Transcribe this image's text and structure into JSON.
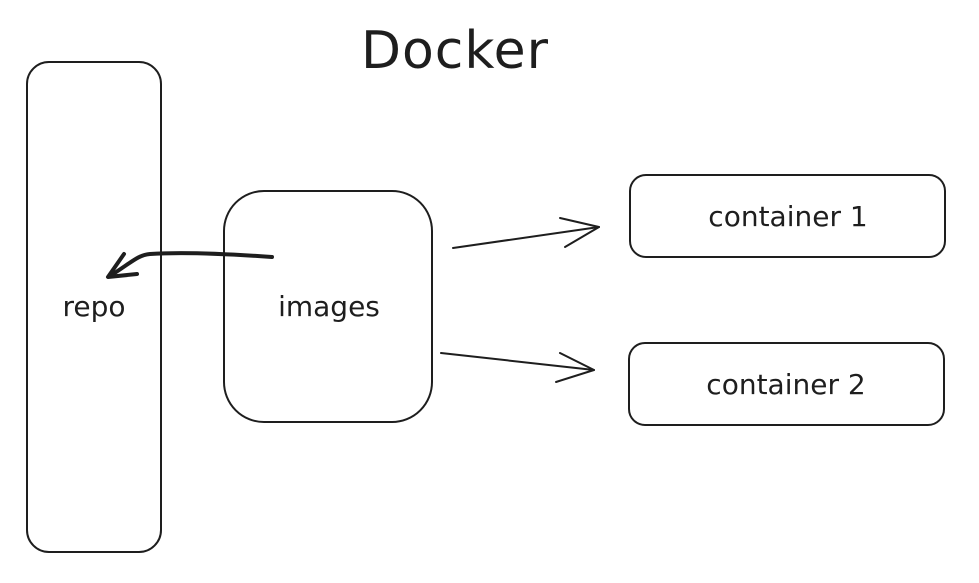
{
  "diagram": {
    "title": "Docker",
    "nodes": {
      "repo": "repo",
      "images": "images",
      "container1": "container 1",
      "container2": "container 2"
    },
    "edges": [
      {
        "from": "images",
        "to": "repo"
      },
      {
        "from": "images",
        "to": "container1"
      },
      {
        "from": "images",
        "to": "container2"
      }
    ]
  }
}
